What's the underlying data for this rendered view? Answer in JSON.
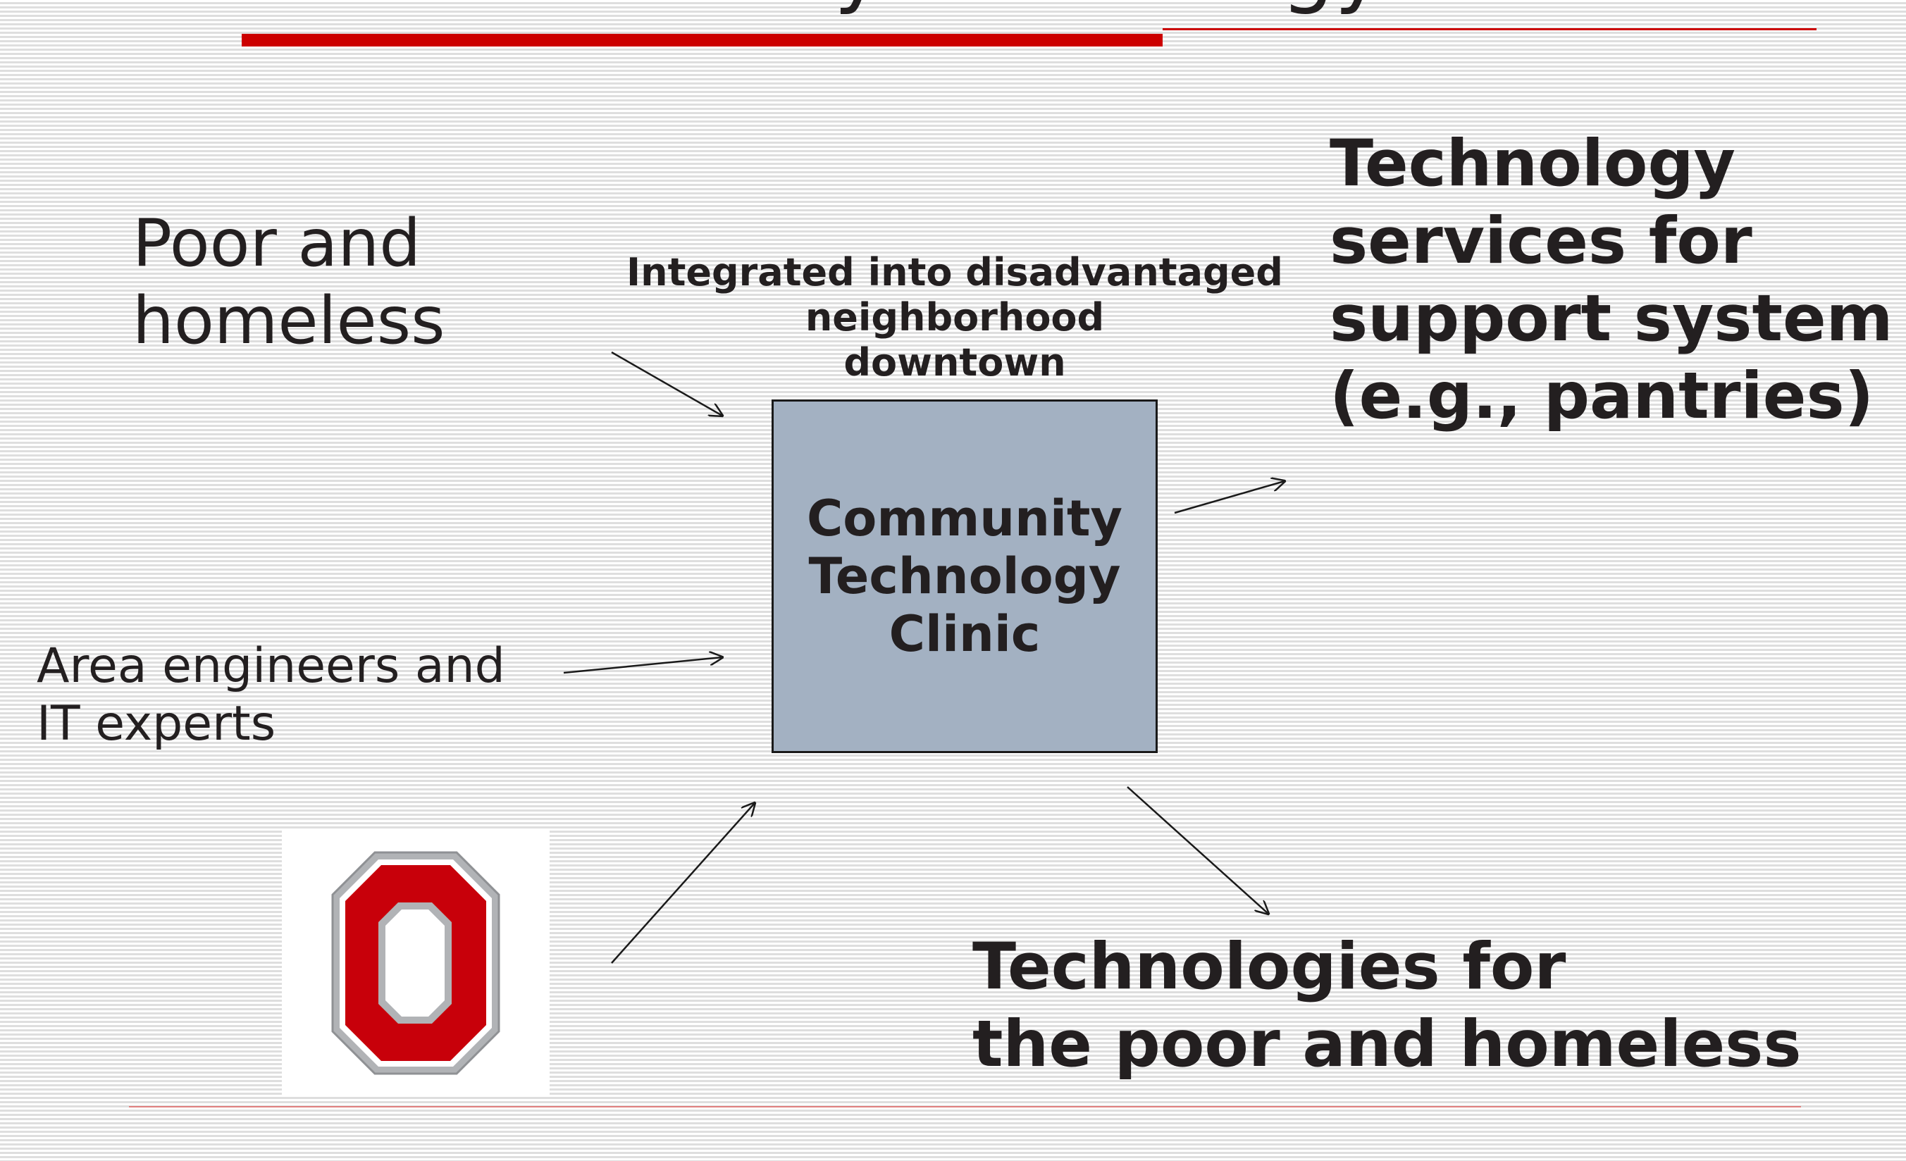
{
  "slide": {
    "title": "Community Technology Clinic"
  },
  "diagram": {
    "center_box": "Community\nTechnology\nClinic",
    "inputs": {
      "poor_homeless": "Poor and\nhomeless",
      "area_experts": "Area engineers and\nIT experts",
      "university_logo": "O"
    },
    "context_note": "Integrated into disadvantaged\nneighborhood\ndowntown",
    "outputs": {
      "support_services": "Technology\nservices for\nsupport system\n(e.g., pantries)",
      "technologies": "Technologies for\nthe poor and homeless"
    }
  },
  "colors": {
    "accent_red": "#cc0000",
    "box_fill": "#a3b1c2",
    "logo_red": "#c8000a",
    "logo_gray": "#a7a9ac"
  }
}
